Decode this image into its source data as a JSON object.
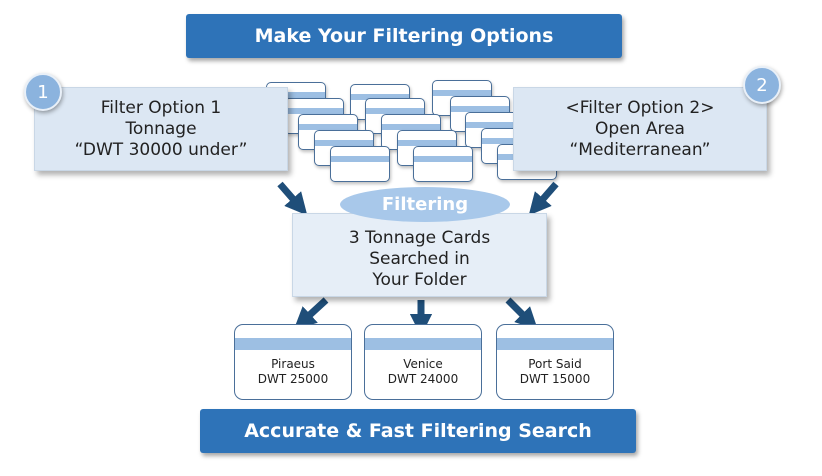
{
  "header": {
    "title": "Make Your Filtering Options"
  },
  "option1": {
    "number": "1",
    "lines": [
      "Filter Option 1",
      "Tonnage",
      "“DWT 30000 under”"
    ]
  },
  "option2": {
    "number": "2",
    "lines": [
      "<Filter Option 2>",
      "Open Area",
      "“Mediterranean”"
    ]
  },
  "filtering": {
    "label": "Filtering",
    "lines": [
      "3 Tonnage Cards",
      "Searched in",
      "Your Folder"
    ]
  },
  "results": [
    {
      "port": "Piraeus",
      "dwt": "DWT 25000"
    },
    {
      "port": "Venice",
      "dwt": "DWT 24000"
    },
    {
      "port": "Port Said",
      "dwt": "DWT 15000"
    }
  ],
  "footer": {
    "title": "Accurate & Fast Filtering Search"
  },
  "colors": {
    "banner": "#2e73b8",
    "box": "#dce7f3",
    "circle": "#8bb3de",
    "arrow": "#1f4e79",
    "card_stripe": "#9dbfe3"
  }
}
